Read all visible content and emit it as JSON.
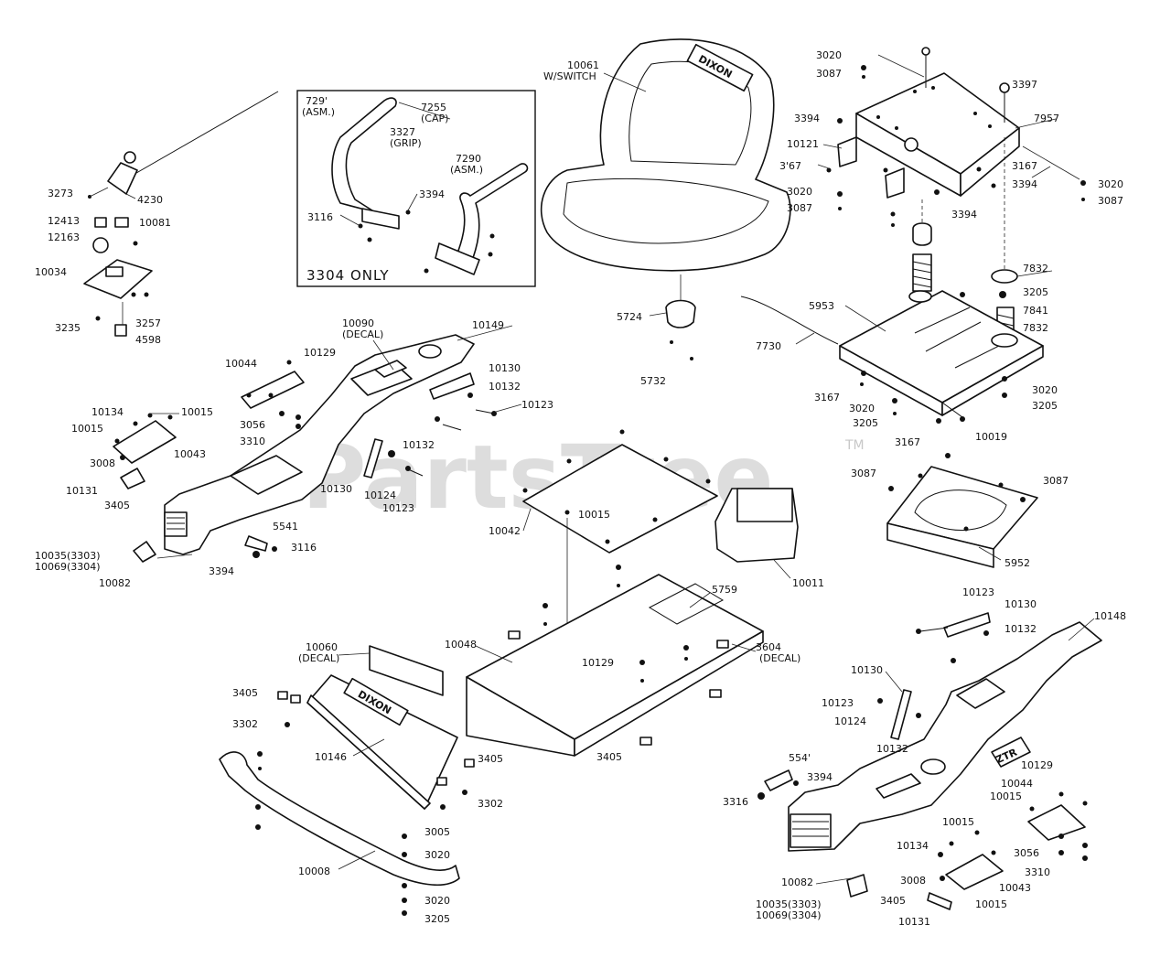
{
  "watermark": {
    "text": "PartsTree",
    "trademark": "TM"
  },
  "inset": {
    "caption": "3304 ONLY"
  },
  "labels": [
    {
      "id": "l1",
      "text": "10061"
    },
    {
      "id": "l2",
      "text": "W/SWITCH"
    },
    {
      "id": "l3",
      "text": "729'"
    },
    {
      "id": "l4",
      "text": "(ASM.)"
    },
    {
      "id": "l5",
      "text": "7255"
    },
    {
      "id": "l6",
      "text": "(CAP)"
    },
    {
      "id": "l7",
      "text": "3327"
    },
    {
      "id": "l8",
      "text": "(GRIP)"
    },
    {
      "id": "l9",
      "text": "7290"
    },
    {
      "id": "l10",
      "text": "(ASM.)"
    },
    {
      "id": "l11",
      "text": "3394"
    },
    {
      "id": "l12",
      "text": "3116"
    },
    {
      "id": "l13",
      "text": "3273"
    },
    {
      "id": "l14",
      "text": "4230"
    },
    {
      "id": "l15",
      "text": "12413"
    },
    {
      "id": "l16",
      "text": "10081"
    },
    {
      "id": "l17",
      "text": "12163"
    },
    {
      "id": "l18",
      "text": "10034"
    },
    {
      "id": "l19",
      "text": "3257"
    },
    {
      "id": "l20",
      "text": "3235"
    },
    {
      "id": "l21",
      "text": "4598"
    },
    {
      "id": "l22",
      "text": "3020"
    },
    {
      "id": "l23",
      "text": "3087"
    },
    {
      "id": "l24",
      "text": "3397"
    },
    {
      "id": "l25",
      "text": "3394"
    },
    {
      "id": "l26",
      "text": "7957"
    },
    {
      "id": "l27",
      "text": "10121"
    },
    {
      "id": "l28",
      "text": "3'67"
    },
    {
      "id": "l29",
      "text": "3167"
    },
    {
      "id": "l30",
      "text": "3020"
    },
    {
      "id": "l31",
      "text": "3394"
    },
    {
      "id": "l32",
      "text": "3020"
    },
    {
      "id": "l33",
      "text": "3087"
    },
    {
      "id": "l34",
      "text": "3087"
    },
    {
      "id": "l35",
      "text": "3394"
    },
    {
      "id": "l36",
      "text": "7832"
    },
    {
      "id": "l37",
      "text": "3205"
    },
    {
      "id": "l38",
      "text": "7841"
    },
    {
      "id": "l39",
      "text": "7832"
    },
    {
      "id": "l40",
      "text": "5953"
    },
    {
      "id": "l41",
      "text": "7730"
    },
    {
      "id": "l42",
      "text": "3167"
    },
    {
      "id": "l43",
      "text": "3020"
    },
    {
      "id": "l44",
      "text": "3205"
    },
    {
      "id": "l45",
      "text": "3020"
    },
    {
      "id": "l46",
      "text": "3205"
    },
    {
      "id": "l47",
      "text": "3167"
    },
    {
      "id": "l48",
      "text": "10019"
    },
    {
      "id": "l49",
      "text": "5724"
    },
    {
      "id": "l50",
      "text": "5732"
    },
    {
      "id": "l51",
      "text": "10090"
    },
    {
      "id": "l52",
      "text": "(DECAL)"
    },
    {
      "id": "l53",
      "text": "10149"
    },
    {
      "id": "l54",
      "text": "10044"
    },
    {
      "id": "l55",
      "text": "10129"
    },
    {
      "id": "l56",
      "text": "10130"
    },
    {
      "id": "l57",
      "text": "10132"
    },
    {
      "id": "l58",
      "text": "10123"
    },
    {
      "id": "l59",
      "text": "10134"
    },
    {
      "id": "l60",
      "text": "10015"
    },
    {
      "id": "l61",
      "text": "10015"
    },
    {
      "id": "l62",
      "text": "3056"
    },
    {
      "id": "l63",
      "text": "3310"
    },
    {
      "id": "l64",
      "text": "3008"
    },
    {
      "id": "l65",
      "text": "10043"
    },
    {
      "id": "l66",
      "text": "10131"
    },
    {
      "id": "l67",
      "text": "3405"
    },
    {
      "id": "l68",
      "text": "10132"
    },
    {
      "id": "l69",
      "text": "10130"
    },
    {
      "id": "l70",
      "text": "10124"
    },
    {
      "id": "l71",
      "text": "10123"
    },
    {
      "id": "l72",
      "text": "5541"
    },
    {
      "id": "l73",
      "text": "3116"
    },
    {
      "id": "l74",
      "text": "3394"
    },
    {
      "id": "l75",
      "text": "10035(3303)"
    },
    {
      "id": "l76",
      "text": "10069(3304)"
    },
    {
      "id": "l77",
      "text": "10082"
    },
    {
      "id": "l78",
      "text": "10015"
    },
    {
      "id": "l79",
      "text": "10042"
    },
    {
      "id": "l80",
      "text": "10011"
    },
    {
      "id": "l81",
      "text": "3087"
    },
    {
      "id": "l82",
      "text": "3087"
    },
    {
      "id": "l83",
      "text": "5952"
    },
    {
      "id": "l84",
      "text": "5759"
    },
    {
      "id": "l85",
      "text": "10048"
    },
    {
      "id": "l86",
      "text": "3604"
    },
    {
      "id": "l87",
      "text": "(DECAL)"
    },
    {
      "id": "l88",
      "text": "10129"
    },
    {
      "id": "l89",
      "text": "10060"
    },
    {
      "id": "l90",
      "text": "(DECAL)"
    },
    {
      "id": "l91",
      "text": "3405"
    },
    {
      "id": "l92",
      "text": "3302"
    },
    {
      "id": "l93",
      "text": "3405"
    },
    {
      "id": "l94",
      "text": "10146"
    },
    {
      "id": "l95",
      "text": "3302"
    },
    {
      "id": "l96",
      "text": "3405"
    },
    {
      "id": "l97",
      "text": "3005"
    },
    {
      "id": "l98",
      "text": "3020"
    },
    {
      "id": "l99",
      "text": "10008"
    },
    {
      "id": "l100",
      "text": "3020"
    },
    {
      "id": "l101",
      "text": "3205"
    },
    {
      "id": "l102",
      "text": "10123"
    },
    {
      "id": "l103",
      "text": "10130"
    },
    {
      "id": "l104",
      "text": "10132"
    },
    {
      "id": "l105",
      "text": "10148"
    },
    {
      "id": "l106",
      "text": "10130"
    },
    {
      "id": "l107",
      "text": "10123"
    },
    {
      "id": "l108",
      "text": "10124"
    },
    {
      "id": "l109",
      "text": "10132"
    },
    {
      "id": "l110",
      "text": "554'"
    },
    {
      "id": "l111",
      "text": "3394"
    },
    {
      "id": "l112",
      "text": "3316"
    },
    {
      "id": "l113",
      "text": "10129"
    },
    {
      "id": "l114",
      "text": "10044"
    },
    {
      "id": "l115",
      "text": "10015"
    },
    {
      "id": "l116",
      "text": "10015"
    },
    {
      "id": "l117",
      "text": "10134"
    },
    {
      "id": "l118",
      "text": "3056"
    },
    {
      "id": "l119",
      "text": "3310"
    },
    {
      "id": "l120",
      "text": "10082"
    },
    {
      "id": "l121",
      "text": "3008"
    },
    {
      "id": "l122",
      "text": "10043"
    },
    {
      "id": "l123",
      "text": "10035(3303)"
    },
    {
      "id": "l124",
      "text": "10069(3304)"
    },
    {
      "id": "l125",
      "text": "3405"
    },
    {
      "id": "l126",
      "text": "10015"
    },
    {
      "id": "l127",
      "text": "10131"
    }
  ],
  "logos": {
    "seat": "DIXON",
    "hood": "DIXON",
    "console": "ZTR"
  }
}
